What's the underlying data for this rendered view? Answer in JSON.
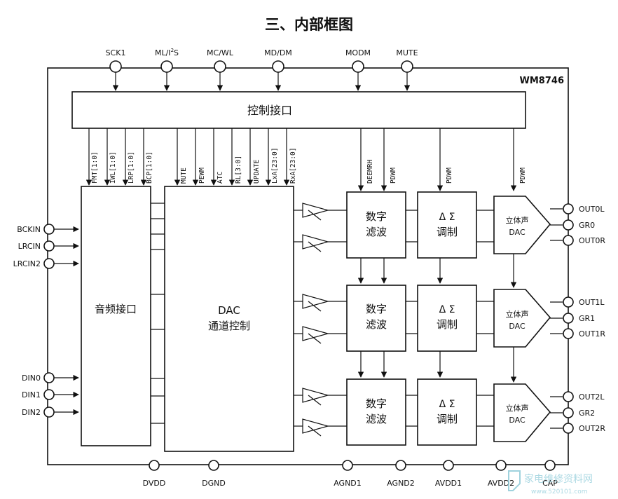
{
  "title": "三、内部框图",
  "chip_name": "WM8746",
  "top_pins": [
    "SCK1",
    "ML/I",
    "S",
    "MC/WL",
    "MD/DM",
    "MODM",
    "MUTE"
  ],
  "ml_sup": "2",
  "control_block": "控制接口",
  "audio_block": "音频接口",
  "dac_ctrl_block": [
    "DAC",
    "通道控制"
  ],
  "ctrl_lines_left": [
    "FMT[1:0]",
    "IWL[1:0]",
    "LRP[1:0]",
    "BCP[1:0]"
  ],
  "ctrl_lines_mid": [
    "MUTE",
    "PEWM",
    "ATC",
    "RL[3:0]",
    "UPDATE",
    "LxA[23:0]",
    "RxA[23:0]"
  ],
  "ctrl_lines_right": [
    "DEEMRH",
    "PDWM",
    "PDWM",
    "PDWM"
  ],
  "left_pins": [
    "BCKIN",
    "LRCIN",
    "LRCIN2",
    "DIN0",
    "DIN1",
    "DIN2"
  ],
  "filter_label": [
    "数字",
    "滤波"
  ],
  "modulator_label": [
    "Δ Σ",
    "调制"
  ],
  "dac_label": [
    "立体声",
    "DAC"
  ],
  "right_pins": [
    "OUT0L",
    "GR0",
    "OUT0R",
    "OUT1L",
    "GR1",
    "OUT1R",
    "OUT2L",
    "GR2",
    "OUT2R"
  ],
  "bottom_pins": [
    "DVDD",
    "DGND",
    "AGND1",
    "AGND2",
    "AVDD1",
    "AVDD2",
    "CAP"
  ],
  "watermark": [
    "家电维修资料网",
    "www.520101.com"
  ]
}
